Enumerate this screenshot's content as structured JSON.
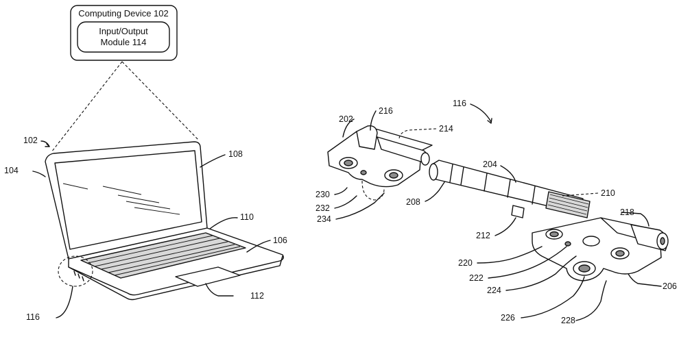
{
  "device_box": {
    "title": "Computing Device 102",
    "module_line1": "Input/Output",
    "module_line2": "Module 114"
  },
  "laptop_labels": {
    "l102": "102",
    "l104": "104",
    "l106": "106",
    "l108": "108",
    "l110": "110",
    "l112": "112",
    "l116": "116"
  },
  "hinge_labels": {
    "l116": "116",
    "l202": "202",
    "l204": "204",
    "l206": "206",
    "l208": "208",
    "l210": "210",
    "l212": "212",
    "l214": "214",
    "l216": "216",
    "l218": "218",
    "l220": "220",
    "l222": "222",
    "l224": "224",
    "l226": "226",
    "l228": "228",
    "l230": "230",
    "l232": "232",
    "l234": "234"
  }
}
